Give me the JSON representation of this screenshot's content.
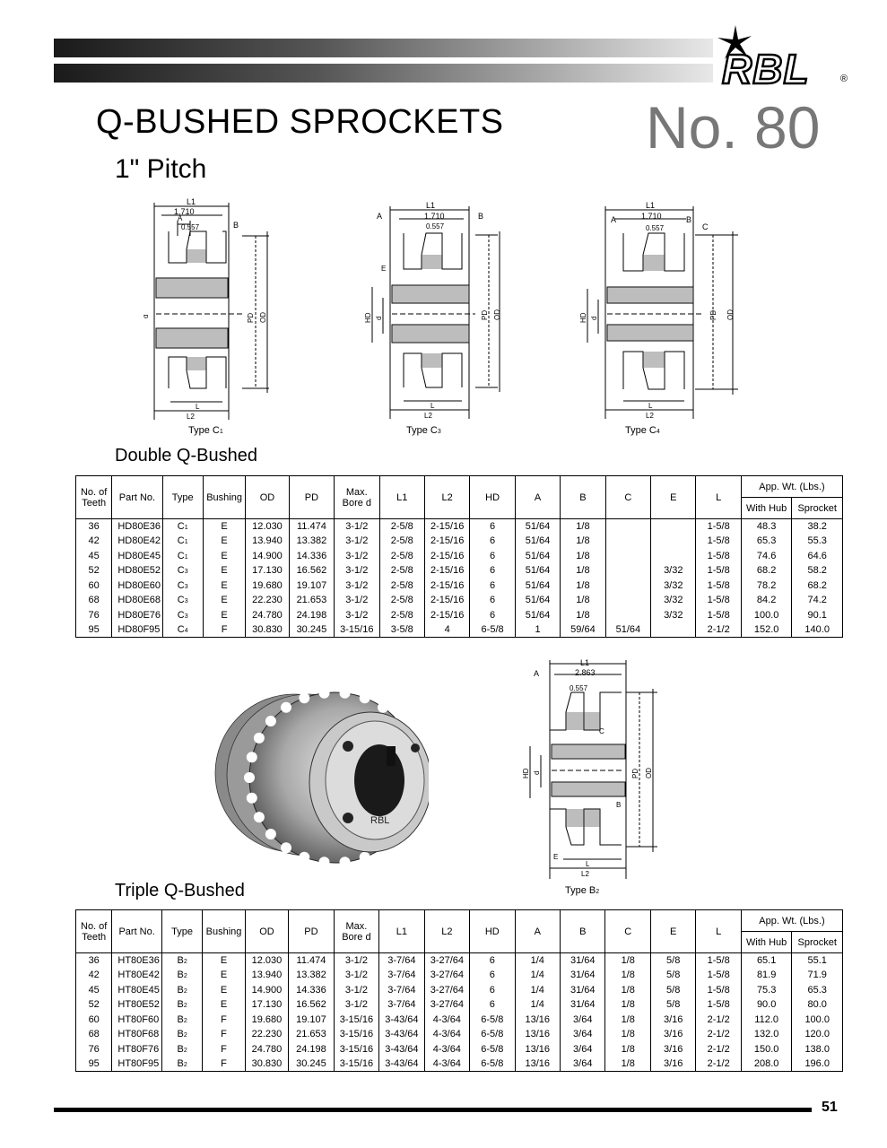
{
  "brand": {
    "logo_text": "RBL",
    "registered": "®"
  },
  "title": "Q-BUSHED SPROCKETS",
  "series": "No. 80",
  "pitch": "1\" Pitch",
  "diagram_types": [
    {
      "label": "Type C",
      "sub": "1"
    },
    {
      "label": "Type C",
      "sub": "3"
    },
    {
      "label": "Type C",
      "sub": "4"
    },
    {
      "label": "Type B",
      "sub": "2"
    }
  ],
  "dims": {
    "l1": "L1",
    "l2": "L2",
    "l": "L",
    "a": "A",
    "b": "B",
    "c": "C",
    "e": "E",
    "d": "d",
    "hd": "HD",
    "pd": "PD",
    "od": "OD",
    "w1": "1.710",
    "w2": "0.557",
    "w3": "2.863"
  },
  "photo_label": "RBL",
  "double": {
    "title": "Double Q-Bushed",
    "headers": {
      "teeth": "No. of Teeth",
      "part": "Part No.",
      "type": "Type",
      "bushing": "Bushing",
      "od": "OD",
      "pd": "PD",
      "bore": "Max. Bore d",
      "l1": "L1",
      "l2": "L2",
      "hd": "HD",
      "a": "A",
      "b": "B",
      "c": "C",
      "e": "E",
      "l": "L",
      "wt": "App. Wt. (Lbs.)",
      "hub": "With Hub",
      "sprocket": "Sprocket"
    },
    "rows": [
      {
        "teeth": "36",
        "part": "HD80E36",
        "type": "C",
        "tsub": "1",
        "bushing": "E",
        "od": "12.030",
        "pd": "11.474",
        "bore": "3-1/2",
        "l1": "2-5/8",
        "l2": "2-15/16",
        "hd": "6",
        "a": "51/64",
        "b": "1/8",
        "c": "",
        "e": "",
        "l": "1-5/8",
        "hub": "48.3",
        "sprocket": "38.2"
      },
      {
        "teeth": "42",
        "part": "HD80E42",
        "type": "C",
        "tsub": "1",
        "bushing": "E",
        "od": "13.940",
        "pd": "13.382",
        "bore": "3-1/2",
        "l1": "2-5/8",
        "l2": "2-15/16",
        "hd": "6",
        "a": "51/64",
        "b": "1/8",
        "c": "",
        "e": "",
        "l": "1-5/8",
        "hub": "65.3",
        "sprocket": "55.3"
      },
      {
        "teeth": "45",
        "part": "HD80E45",
        "type": "C",
        "tsub": "1",
        "bushing": "E",
        "od": "14.900",
        "pd": "14.336",
        "bore": "3-1/2",
        "l1": "2-5/8",
        "l2": "2-15/16",
        "hd": "6",
        "a": "51/64",
        "b": "1/8",
        "c": "",
        "e": "",
        "l": "1-5/8",
        "hub": "74.6",
        "sprocket": "64.6"
      },
      {
        "teeth": "52",
        "part": "HD80E52",
        "type": "C",
        "tsub": "3",
        "bushing": "E",
        "od": "17.130",
        "pd": "16.562",
        "bore": "3-1/2",
        "l1": "2-5/8",
        "l2": "2-15/16",
        "hd": "6",
        "a": "51/64",
        "b": "1/8",
        "c": "",
        "e": "3/32",
        "l": "1-5/8",
        "hub": "68.2",
        "sprocket": "58.2"
      },
      {
        "teeth": "60",
        "part": "HD80E60",
        "type": "C",
        "tsub": "3",
        "bushing": "E",
        "od": "19.680",
        "pd": "19.107",
        "bore": "3-1/2",
        "l1": "2-5/8",
        "l2": "2-15/16",
        "hd": "6",
        "a": "51/64",
        "b": "1/8",
        "c": "",
        "e": "3/32",
        "l": "1-5/8",
        "hub": "78.2",
        "sprocket": "68.2"
      },
      {
        "teeth": "68",
        "part": "HD80E68",
        "type": "C",
        "tsub": "3",
        "bushing": "E",
        "od": "22.230",
        "pd": "21.653",
        "bore": "3-1/2",
        "l1": "2-5/8",
        "l2": "2-15/16",
        "hd": "6",
        "a": "51/64",
        "b": "1/8",
        "c": "",
        "e": "3/32",
        "l": "1-5/8",
        "hub": "84.2",
        "sprocket": "74.2"
      },
      {
        "teeth": "76",
        "part": "HD80E76",
        "type": "C",
        "tsub": "3",
        "bushing": "E",
        "od": "24.780",
        "pd": "24.198",
        "bore": "3-1/2",
        "l1": "2-5/8",
        "l2": "2-15/16",
        "hd": "6",
        "a": "51/64",
        "b": "1/8",
        "c": "",
        "e": "3/32",
        "l": "1-5/8",
        "hub": "100.0",
        "sprocket": "90.1"
      },
      {
        "teeth": "95",
        "part": "HD80F95",
        "type": "C",
        "tsub": "4",
        "bushing": "F",
        "od": "30.830",
        "pd": "30.245",
        "bore": "3-15/16",
        "l1": "3-5/8",
        "l2": "4",
        "hd": "6-5/8",
        "a": "1",
        "b": "59/64",
        "c": "51/64",
        "e": "",
        "l": "2-1/2",
        "hub": "152.0",
        "sprocket": "140.0"
      }
    ]
  },
  "triple": {
    "title": "Triple Q-Bushed",
    "rows": [
      {
        "teeth": "36",
        "part": "HT80E36",
        "type": "B",
        "tsub": "2",
        "bushing": "E",
        "od": "12.030",
        "pd": "11.474",
        "bore": "3-1/2",
        "l1": "3-7/64",
        "l2": "3-27/64",
        "hd": "6",
        "a": "1/4",
        "b": "31/64",
        "c": "1/8",
        "e": "5/8",
        "l": "1-5/8",
        "hub": "65.1",
        "sprocket": "55.1"
      },
      {
        "teeth": "42",
        "part": "HT80E42",
        "type": "B",
        "tsub": "2",
        "bushing": "E",
        "od": "13.940",
        "pd": "13.382",
        "bore": "3-1/2",
        "l1": "3-7/64",
        "l2": "3-27/64",
        "hd": "6",
        "a": "1/4",
        "b": "31/64",
        "c": "1/8",
        "e": "5/8",
        "l": "1-5/8",
        "hub": "81.9",
        "sprocket": "71.9"
      },
      {
        "teeth": "45",
        "part": "HT80E45",
        "type": "B",
        "tsub": "2",
        "bushing": "E",
        "od": "14.900",
        "pd": "14.336",
        "bore": "3-1/2",
        "l1": "3-7/64",
        "l2": "3-27/64",
        "hd": "6",
        "a": "1/4",
        "b": "31/64",
        "c": "1/8",
        "e": "5/8",
        "l": "1-5/8",
        "hub": "75.3",
        "sprocket": "65.3"
      },
      {
        "teeth": "52",
        "part": "HT80E52",
        "type": "B",
        "tsub": "2",
        "bushing": "E",
        "od": "17.130",
        "pd": "16.562",
        "bore": "3-1/2",
        "l1": "3-7/64",
        "l2": "3-27/64",
        "hd": "6",
        "a": "1/4",
        "b": "31/64",
        "c": "1/8",
        "e": "5/8",
        "l": "1-5/8",
        "hub": "90.0",
        "sprocket": "80.0"
      },
      {
        "teeth": "60",
        "part": "HT80F60",
        "type": "B",
        "tsub": "2",
        "bushing": "F",
        "od": "19.680",
        "pd": "19.107",
        "bore": "3-15/16",
        "l1": "3-43/64",
        "l2": "4-3/64",
        "hd": "6-5/8",
        "a": "13/16",
        "b": "3/64",
        "c": "1/8",
        "e": "3/16",
        "l": "2-1/2",
        "hub": "112.0",
        "sprocket": "100.0"
      },
      {
        "teeth": "68",
        "part": "HT80F68",
        "type": "B",
        "tsub": "2",
        "bushing": "F",
        "od": "22.230",
        "pd": "21.653",
        "bore": "3-15/16",
        "l1": "3-43/64",
        "l2": "4-3/64",
        "hd": "6-5/8",
        "a": "13/16",
        "b": "3/64",
        "c": "1/8",
        "e": "3/16",
        "l": "2-1/2",
        "hub": "132.0",
        "sprocket": "120.0"
      },
      {
        "teeth": "76",
        "part": "HT80F76",
        "type": "B",
        "tsub": "2",
        "bushing": "F",
        "od": "24.780",
        "pd": "24.198",
        "bore": "3-15/16",
        "l1": "3-43/64",
        "l2": "4-3/64",
        "hd": "6-5/8",
        "a": "13/16",
        "b": "3/64",
        "c": "1/8",
        "e": "3/16",
        "l": "2-1/2",
        "hub": "150.0",
        "sprocket": "138.0"
      },
      {
        "teeth": "95",
        "part": "HT80F95",
        "type": "B",
        "tsub": "2",
        "bushing": "F",
        "od": "30.830",
        "pd": "30.245",
        "bore": "3-15/16",
        "l1": "3-43/64",
        "l2": "4-3/64",
        "hd": "6-5/8",
        "a": "13/16",
        "b": "3/64",
        "c": "1/8",
        "e": "3/16",
        "l": "2-1/2",
        "hub": "208.0",
        "sprocket": "196.0"
      }
    ]
  },
  "page_number": "51"
}
